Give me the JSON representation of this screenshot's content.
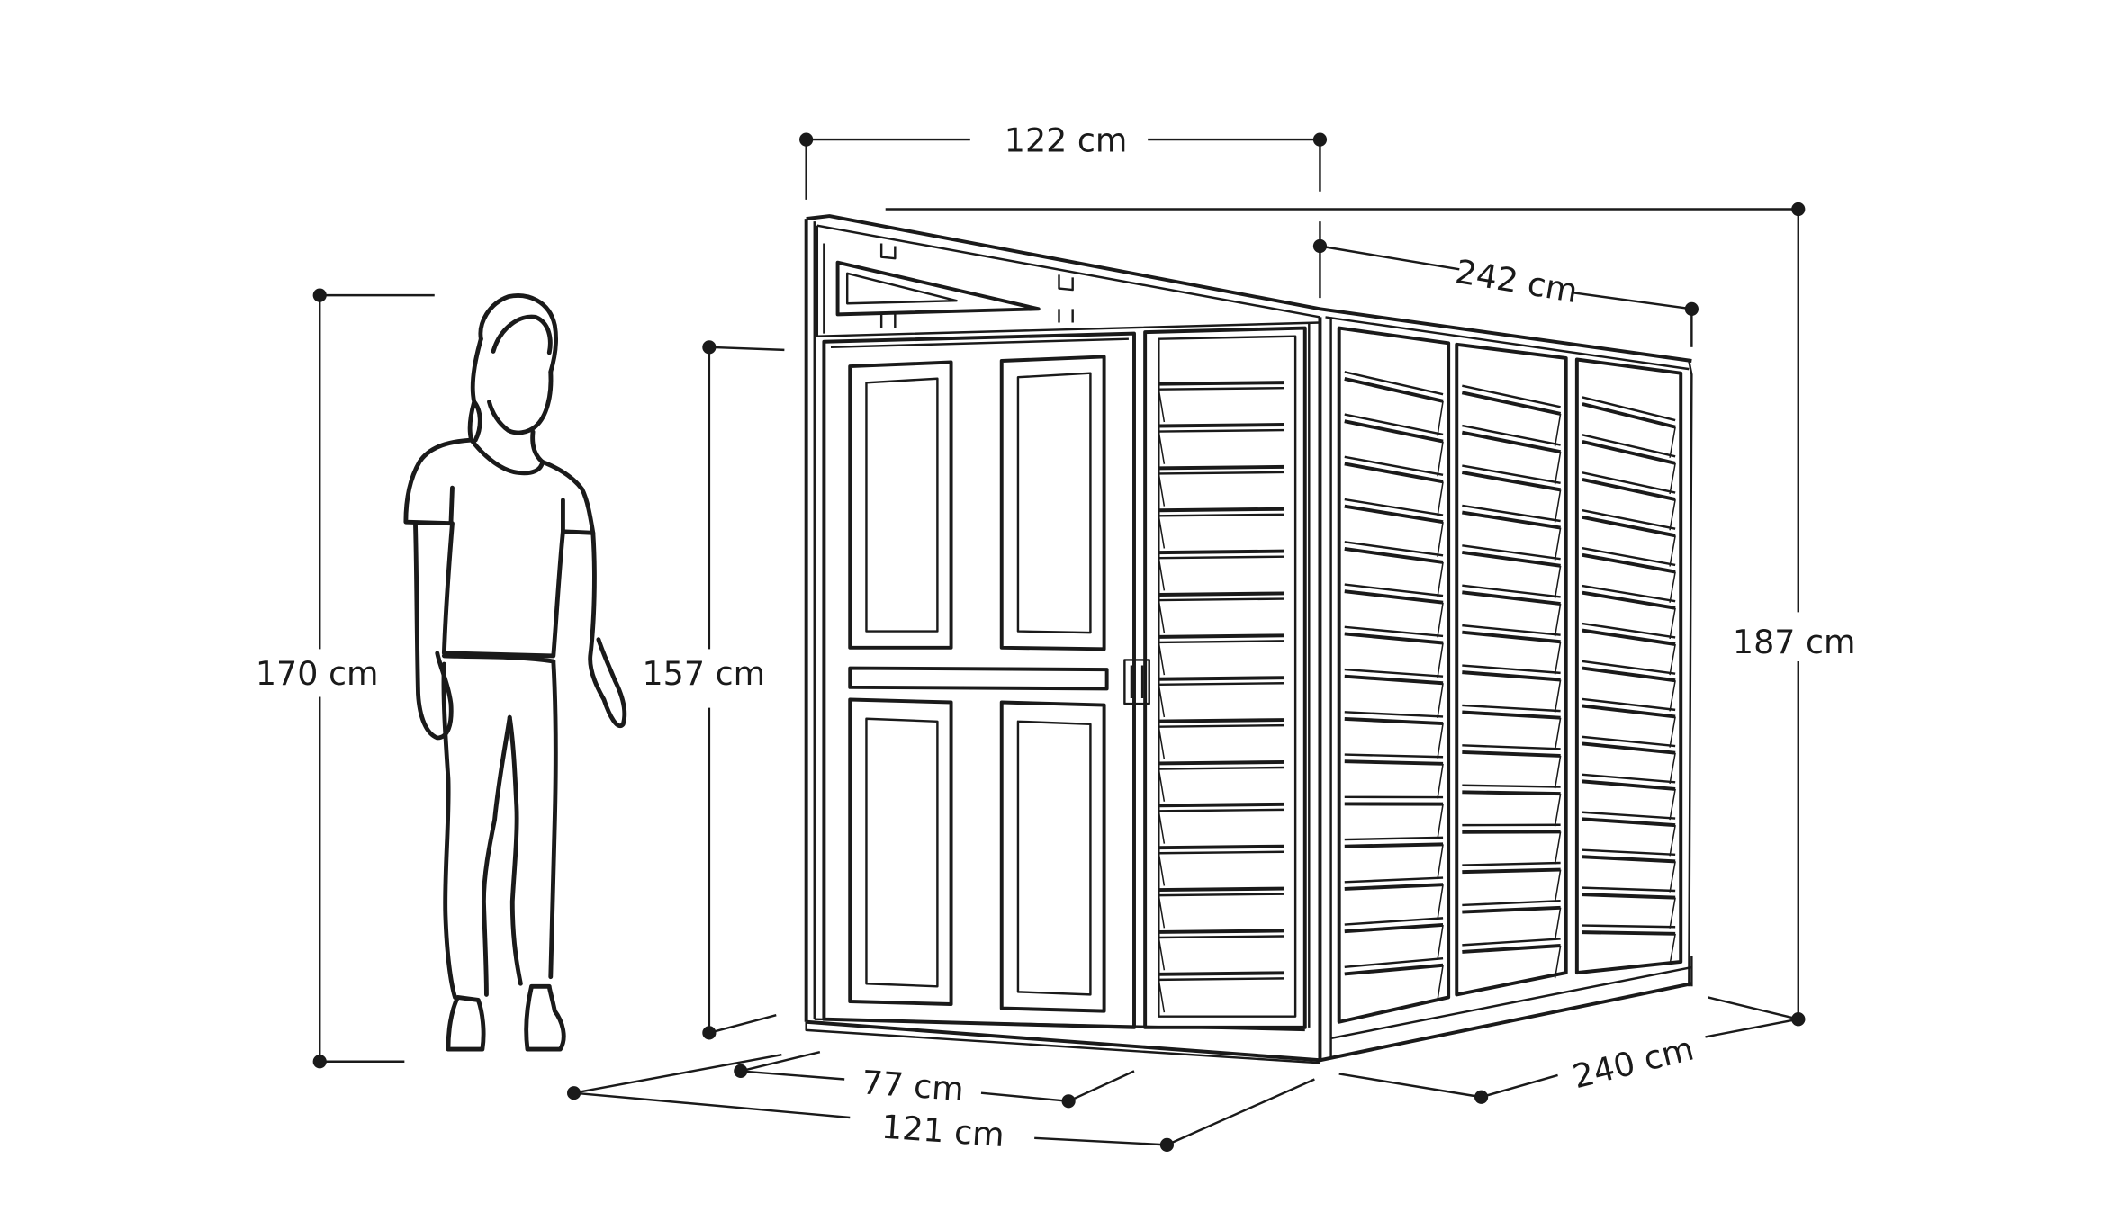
{
  "diagram": {
    "subject": "Lean-to garden shed with human scale figure",
    "colors": {
      "line": "#1a1a1a",
      "background": "#ffffff"
    },
    "dimensions": {
      "top_width": {
        "label": "122 cm",
        "value": 122,
        "unit": "cm",
        "meaning": "front width at roof"
      },
      "side_roof_length": {
        "label": "242 cm",
        "value": 242,
        "unit": "cm",
        "meaning": "side length at roof"
      },
      "person_height": {
        "label": "170 cm",
        "value": 170,
        "unit": "cm",
        "meaning": "reference person height"
      },
      "front_low_height": {
        "label": "157 cm",
        "value": 157,
        "unit": "cm",
        "meaning": "front wall height"
      },
      "overall_height": {
        "label": "187 cm",
        "value": 187,
        "unit": "cm",
        "meaning": "maximum height"
      },
      "door_width": {
        "label": "77 cm",
        "value": 77,
        "unit": "cm",
        "meaning": "door opening width"
      },
      "base_width": {
        "label": "121 cm",
        "value": 121,
        "unit": "cm",
        "meaning": "front base width"
      },
      "base_length": {
        "label": "240 cm",
        "value": 240,
        "unit": "cm",
        "meaning": "side base length"
      }
    },
    "figure": {
      "name": "person-silhouette"
    },
    "shed": {
      "front_door_panels": 4,
      "front_side_louvers": 16,
      "side_panel_columns": 3,
      "side_louvers_per_column": 16
    }
  }
}
